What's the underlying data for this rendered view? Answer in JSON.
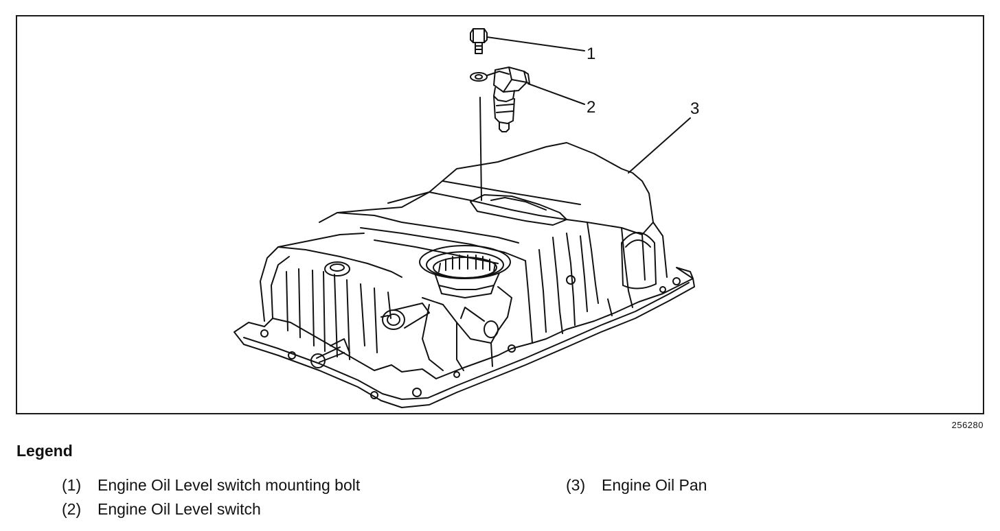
{
  "figure": {
    "id": "256280",
    "callouts": [
      "1",
      "2",
      "3"
    ]
  },
  "legend": {
    "title": "Legend",
    "items": [
      {
        "num": "(1)",
        "label": "Engine Oil Level switch mounting bolt"
      },
      {
        "num": "(2)",
        "label": "Engine Oil Level switch"
      },
      {
        "num": "(3)",
        "label": "Engine Oil Pan"
      }
    ]
  },
  "colors": {
    "line": "#111111",
    "background": "#ffffff"
  }
}
